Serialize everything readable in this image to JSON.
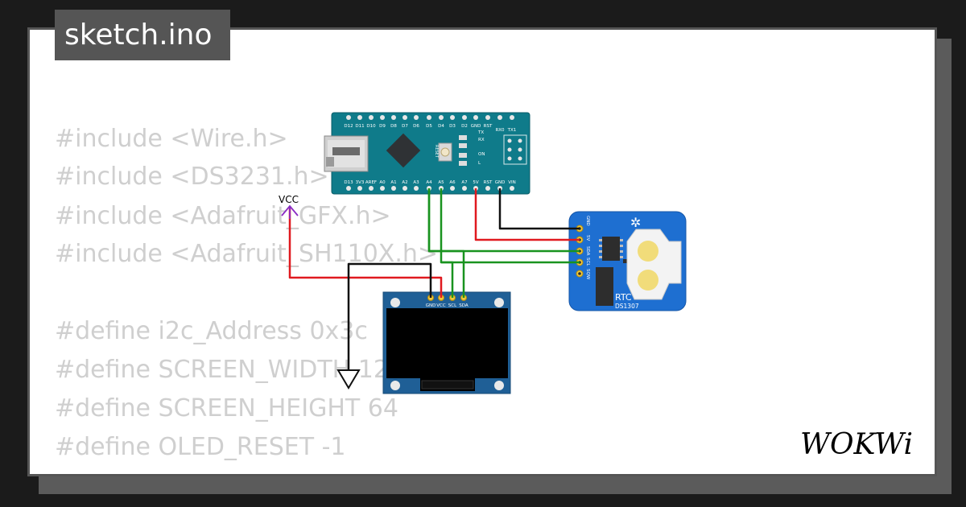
{
  "file_tab": {
    "label": "sketch.ino"
  },
  "code_lines": [
    "#include <Wire.h>",
    "#include <DS3231.h>",
    "#include <Adafruit_GFX.h>",
    "#include <Adafruit_SH110X.h>",
    "",
    "#define i2c_Address 0x3c",
    "#define SCREEN_WIDTH 128",
    "#define SCREEN_HEIGHT 64",
    "#define OLED_RESET -1"
  ],
  "circuit": {
    "vcc_label": "VCC",
    "arduino": {
      "top_pins": [
        "D12",
        "D11",
        "D10",
        "D9",
        "D8",
        "D7",
        "D6",
        "D5",
        "D4",
        "D3",
        "D2",
        "GND",
        "RST"
      ],
      "top_right_pins": [
        "RX0",
        "TX1"
      ],
      "bottom_pins": [
        "D13",
        "3V3",
        "AREF",
        "A0",
        "A1",
        "A2",
        "A3",
        "A4",
        "A5",
        "A6",
        "A7",
        "5V",
        "RST",
        "GND",
        "VIN"
      ],
      "reset_label": "RESET",
      "led_labels": [
        "TX",
        "RX",
        "ON",
        "L"
      ]
    },
    "oled": {
      "pins": [
        "GND",
        "VCC",
        "SCL",
        "SDA"
      ]
    },
    "rtc": {
      "pins": [
        "GND",
        "5V",
        "SDA",
        "SCL",
        "SQW"
      ],
      "title": "RTC",
      "model": "DS1307"
    }
  },
  "brand": {
    "logo_text": "WOKWi"
  },
  "colors": {
    "background": "#1b1b1b",
    "card": "#ffffff",
    "tab": "#555555",
    "code_text": "#cfcfcf",
    "pcb_teal": "#0f7b8a",
    "rtc_blue": "#1e6fd1",
    "oled_blue": "#1f5f96",
    "wire_red": "#e0191f",
    "wire_green": "#19931f",
    "wire_black": "#111111",
    "vcc_purple": "#8a2bc4"
  }
}
